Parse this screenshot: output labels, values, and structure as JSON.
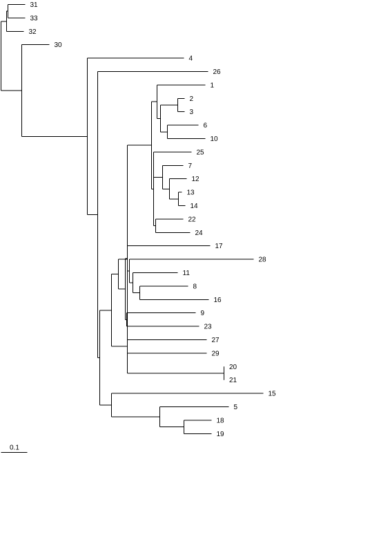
{
  "tree": {
    "edges": [
      {
        "id": "n2",
        "parent": "n1",
        "len": 0.08
      },
      {
        "id": "n5",
        "parent": "n1",
        "len": 0.3
      },
      {
        "id": "n3",
        "parent": "n2",
        "len": 0.02
      },
      {
        "id": "L32",
        "parent": "n2",
        "len": 0.25
      },
      {
        "id": "L31",
        "parent": "n3",
        "len": 0.25
      },
      {
        "id": "L33",
        "parent": "n3",
        "len": 0.25
      },
      {
        "id": "L30",
        "parent": "n5",
        "len": 0.4
      },
      {
        "id": "n6",
        "parent": "n5",
        "len": 0.95
      },
      {
        "id": "L4",
        "parent": "n6",
        "len": 1.4
      },
      {
        "id": "n7",
        "parent": "n6",
        "len": 0.15
      },
      {
        "id": "L26",
        "parent": "n7",
        "len": 1.6
      },
      {
        "id": "n8",
        "parent": "n7",
        "len": 0.03
      },
      {
        "id": "n9",
        "parent": "n8",
        "len": 0.17
      },
      {
        "id": "n10",
        "parent": "n8",
        "len": 0.07
      },
      {
        "id": "n11",
        "parent": "n9",
        "len": 0.1
      },
      {
        "id": "n25",
        "parent": "n9",
        "len": 0.08
      },
      {
        "id": "n12",
        "parent": "n11",
        "len": 0.13
      },
      {
        "id": "n27",
        "parent": "n11",
        "len": 0.1
      },
      {
        "id": "n13",
        "parent": "n12",
        "len": 0.35
      },
      {
        "id": "n20",
        "parent": "n12",
        "len": 0.45
      },
      {
        "id": "n14",
        "parent": "n13",
        "len": 0.03
      },
      {
        "id": "n19",
        "parent": "n13",
        "len": 0.03
      },
      {
        "id": "n15",
        "parent": "n14",
        "len": 0.05
      },
      {
        "id": "L1",
        "parent": "n15",
        "len": 0.7
      },
      {
        "id": "n16",
        "parent": "n15",
        "len": 0.05
      },
      {
        "id": "n17",
        "parent": "n16",
        "len": 0.25
      },
      {
        "id": "L2",
        "parent": "n17",
        "len": 0.1
      },
      {
        "id": "L3",
        "parent": "n17",
        "len": 0.1
      },
      {
        "id": "n18",
        "parent": "n16",
        "len": 0.1
      },
      {
        "id": "L6",
        "parent": "n18",
        "len": 0.45
      },
      {
        "id": "L10",
        "parent": "n18",
        "len": 0.55
      },
      {
        "id": "L25",
        "parent": "n19",
        "len": 0.55
      },
      {
        "id": "n21",
        "parent": "n19",
        "len": 0.03
      },
      {
        "id": "n22",
        "parent": "n21",
        "len": 0.1
      },
      {
        "id": "L7",
        "parent": "n22",
        "len": 0.3
      },
      {
        "id": "n23",
        "parent": "n22",
        "len": 0.1
      },
      {
        "id": "L12",
        "parent": "n23",
        "len": 0.25
      },
      {
        "id": "n24",
        "parent": "n23",
        "len": 0.13
      },
      {
        "id": "L13",
        "parent": "n24",
        "len": 0.05
      },
      {
        "id": "L14",
        "parent": "n24",
        "len": 0.1
      },
      {
        "id": "n26",
        "parent": "n19",
        "len": 0.03
      },
      {
        "id": "L22",
        "parent": "n26",
        "len": 0.4
      },
      {
        "id": "L24",
        "parent": "n26",
        "len": 0.5
      },
      {
        "id": "n28",
        "parent": "n27",
        "len": 0.03
      },
      {
        "id": "L17",
        "parent": "n28",
        "len": 1.2
      },
      {
        "id": "n29",
        "parent": "n28",
        "len": 0.03
      },
      {
        "id": "L28",
        "parent": "n29",
        "len": 1.8
      },
      {
        "id": "n30",
        "parent": "n29",
        "len": 0.05
      },
      {
        "id": "L11",
        "parent": "n30",
        "len": 0.65
      },
      {
        "id": "n31",
        "parent": "n30",
        "len": 0.1
      },
      {
        "id": "L8",
        "parent": "n31",
        "len": 0.7
      },
      {
        "id": "L16",
        "parent": "n31",
        "len": 1.0
      },
      {
        "id": "n32",
        "parent": "n27",
        "len": 0.02
      },
      {
        "id": "L9",
        "parent": "n32",
        "len": 1.0
      },
      {
        "id": "L23",
        "parent": "n32",
        "len": 1.05
      },
      {
        "id": "n33",
        "parent": "n25",
        "len": 0.15
      },
      {
        "id": "L27",
        "parent": "n33",
        "len": 1.15
      },
      {
        "id": "L29",
        "parent": "n33",
        "len": 1.15
      },
      {
        "id": "n34",
        "parent": "n20",
        "len": 0.95
      },
      {
        "id": "L20",
        "parent": "n34",
        "len": 0.005
      },
      {
        "id": "L21",
        "parent": "n34",
        "len": 0.005
      },
      {
        "id": "n35",
        "parent": "n10",
        "len": 0.1
      },
      {
        "id": "L15",
        "parent": "n35",
        "len": 2.2
      },
      {
        "id": "n36",
        "parent": "n35",
        "len": 0.7
      },
      {
        "id": "L5",
        "parent": "n36",
        "len": 1.0
      },
      {
        "id": "n37",
        "parent": "n36",
        "len": 0.35
      },
      {
        "id": "L18",
        "parent": "n37",
        "len": 0.4
      },
      {
        "id": "L19",
        "parent": "n37",
        "len": 0.4
      }
    ],
    "leaves": [
      {
        "id": "L31",
        "label": "31"
      },
      {
        "id": "L33",
        "label": "33"
      },
      {
        "id": "L32",
        "label": "32"
      },
      {
        "id": "L30",
        "label": "30"
      },
      {
        "id": "L4",
        "label": "4"
      },
      {
        "id": "L26",
        "label": "26"
      },
      {
        "id": "L1",
        "label": "1"
      },
      {
        "id": "L2",
        "label": "2"
      },
      {
        "id": "L3",
        "label": "3"
      },
      {
        "id": "L6",
        "label": "6"
      },
      {
        "id": "L10",
        "label": "10"
      },
      {
        "id": "L25",
        "label": "25"
      },
      {
        "id": "L7",
        "label": "7"
      },
      {
        "id": "L12",
        "label": "12"
      },
      {
        "id": "L13",
        "label": "13"
      },
      {
        "id": "L14",
        "label": "14"
      },
      {
        "id": "L22",
        "label": "22"
      },
      {
        "id": "L24",
        "label": "24"
      },
      {
        "id": "L17",
        "label": "17"
      },
      {
        "id": "L28",
        "label": "28"
      },
      {
        "id": "L11",
        "label": "11"
      },
      {
        "id": "L8",
        "label": "8"
      },
      {
        "id": "L16",
        "label": "16"
      },
      {
        "id": "L9",
        "label": "9"
      },
      {
        "id": "L23",
        "label": "23"
      },
      {
        "id": "L27",
        "label": "27"
      },
      {
        "id": "L29",
        "label": "29"
      },
      {
        "id": "L20",
        "label": "20"
      },
      {
        "id": "L21",
        "label": "21"
      },
      {
        "id": "L15",
        "label": "15"
      },
      {
        "id": "L5",
        "label": "5"
      },
      {
        "id": "L18",
        "label": "18"
      },
      {
        "id": "L19",
        "label": "19"
      }
    ]
  },
  "scale_bar": {
    "value": 0.1,
    "label": "0.1"
  }
}
